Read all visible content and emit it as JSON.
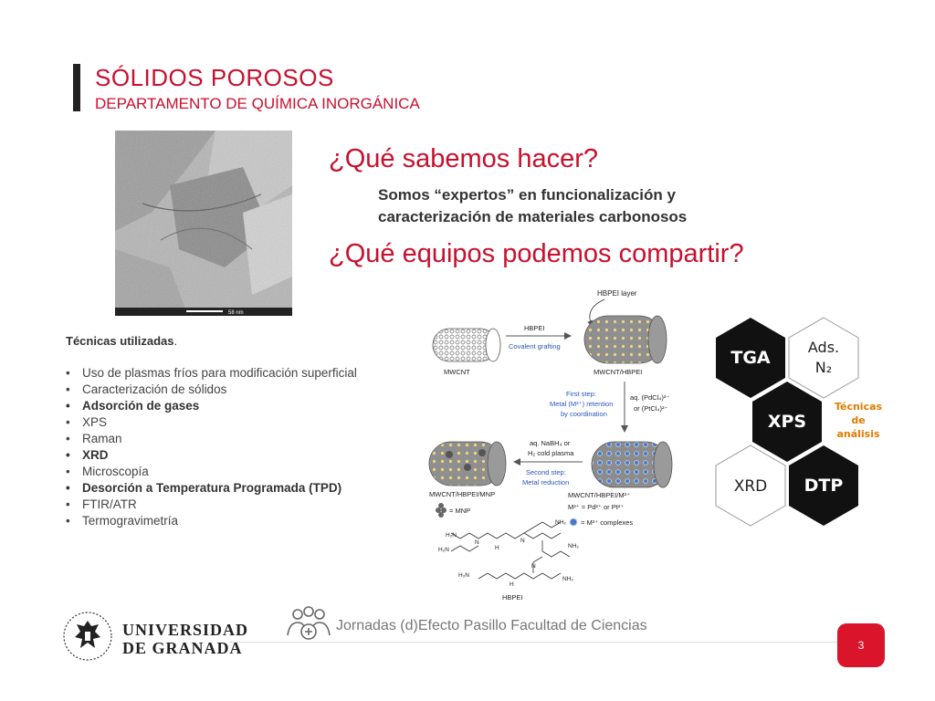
{
  "header": {
    "title": "SÓLIDOS POROSOS",
    "subtitle": "DEPARTAMENTO DE QUÍMICA INORGÁNICA"
  },
  "micrograph": {
    "scale_label": "58 nm"
  },
  "main": {
    "question1": "¿Qué sabemos hacer?",
    "answer_line1": "Somos “expertos” en funcionalización y",
    "answer_line2": "caracterización de materiales carbonosos",
    "question2": "¿Qué equipos podemos compartir?"
  },
  "techniques": {
    "title": "Técnicas utilizadas",
    "title_suffix": ".",
    "items": [
      {
        "label": "Uso de plasmas fríos para modificación superficial",
        "bold": false
      },
      {
        "label": "Caracterización de sólidos",
        "bold": false
      },
      {
        "label": "Adsorción de gases",
        "bold": true
      },
      {
        "label": "XPS",
        "bold": false
      },
      {
        "label": "Raman",
        "bold": false
      },
      {
        "label": "XRD",
        "bold": true
      },
      {
        "label": "Microscopía",
        "bold": false
      },
      {
        "label": "Desorción a Temperatura Programada (TPD)",
        "bold": true
      },
      {
        "label": "FTIR/ATR",
        "bold": false
      },
      {
        "label": "Termogravimetría",
        "bold": false
      }
    ]
  },
  "scheme": {
    "hbpei_layer": "HBPEI layer",
    "mwcnt": "MWCNT",
    "hbpei": "HBPEI",
    "covalent_grafting": "Covalent grafting",
    "mwcnt_hbpei": "MWCNT/HBPEI",
    "first_step": "First step:",
    "metal_retention": "Metal (M²⁺) retention",
    "by_coordination": "by coordination",
    "aq_pdcl4": "aq. (PdCl₄)²⁻",
    "or_ptcl4": "or (PtCl₄)²⁻",
    "aq_nabh4": "aq. NaBH₄ or",
    "h2_plasma": "H₂ cold plasma",
    "second_step": "Second step:",
    "metal_reduction": "Metal reduction",
    "mwcnt_hbpei_mnp": "MWCNT/HBPEI/MNP",
    "mwcnt_hbpei_m2": "MWCNT/HBPEI/M²⁺",
    "m2_eq": "M²⁺ = Pd²⁺ or Pt²⁺",
    "mnp_eq": "= MNP",
    "complexes_eq": "= M²⁺ complexes",
    "hbpei_bottom": "HBPEI",
    "h2n": "H₂N",
    "nh2": "NH₂",
    "n": "N",
    "nh": "H",
    "colors": {
      "teal": "#1a6fb3",
      "blue_label": "#2a56b8"
    }
  },
  "hexagons": {
    "tga": "TGA",
    "ads_line1": "Ads.",
    "ads_line2": "N₂",
    "xps": "XPS",
    "xrd": "XRD",
    "dtp": "DTP",
    "caption_line1": "Técnicas",
    "caption_line2": "de",
    "caption_line3": "análisis",
    "colors": {
      "dark": "#111111",
      "caption": "#e07b00"
    }
  },
  "footer": {
    "event": "Jornadas (d)Efecto Pasillo Facultad de Ciencias",
    "page_number": "3",
    "university_line1": "UNIVERSIDAD",
    "university_line2": "DE GRANADA",
    "accent": "#d9142b"
  }
}
